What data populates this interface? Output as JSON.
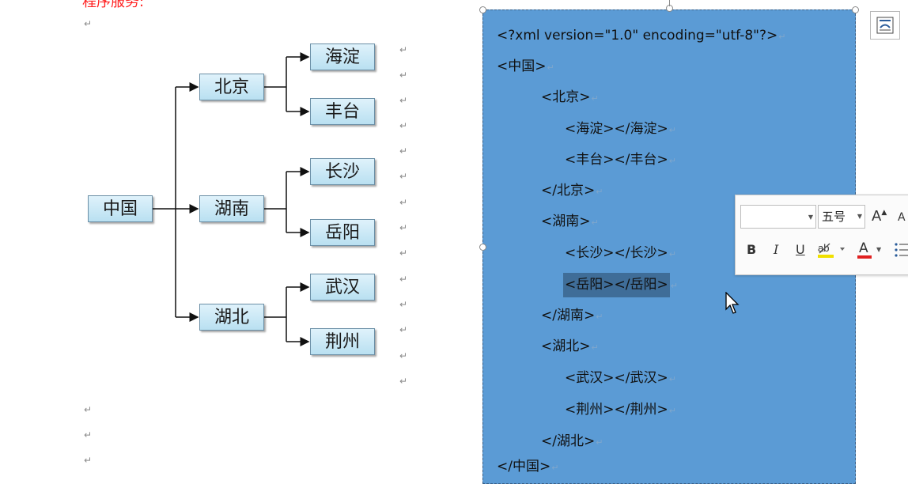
{
  "doc": {
    "top_red_text": "程序服务:",
    "colors": {
      "red_text": "#ff2020",
      "textbox_fill": "#5b9bd5",
      "selection": "#3f6d98",
      "underline_red": "#e02020",
      "highlight_yellow": "#f0e000"
    }
  },
  "tree": {
    "root": "中国",
    "level1": [
      "北京",
      "湖南",
      "湖北"
    ],
    "level2": [
      "海淀",
      "丰台",
      "长沙",
      "岳阳",
      "武汉",
      "荆州"
    ]
  },
  "xml": {
    "lines": [
      "<?xml version=\"1.0\" encoding=\"utf-8\"?>",
      "<中国>",
      "<北京>",
      "<海淀></海淀>",
      "<丰台></丰台>",
      "</北京>",
      "<湖南>",
      "<长沙></长沙>",
      "<岳阳></岳阳>",
      "</湖南>",
      "<湖北>",
      "<武汉></武汉>",
      "<荆州></荆州>",
      "</湖北>",
      "</中国>"
    ],
    "selected_line_index": 8
  },
  "mini_toolbar": {
    "font_name": "",
    "font_size": "五号",
    "grow_label": "A",
    "shrink_label": "A",
    "bold": "B",
    "italic": "I",
    "underline": "U",
    "highlight_icon": "ab-highlight-icon",
    "font_color": "A",
    "bullets_icon": "bulleted-list-icon"
  },
  "mark": {
    "paragraph": "↵"
  }
}
